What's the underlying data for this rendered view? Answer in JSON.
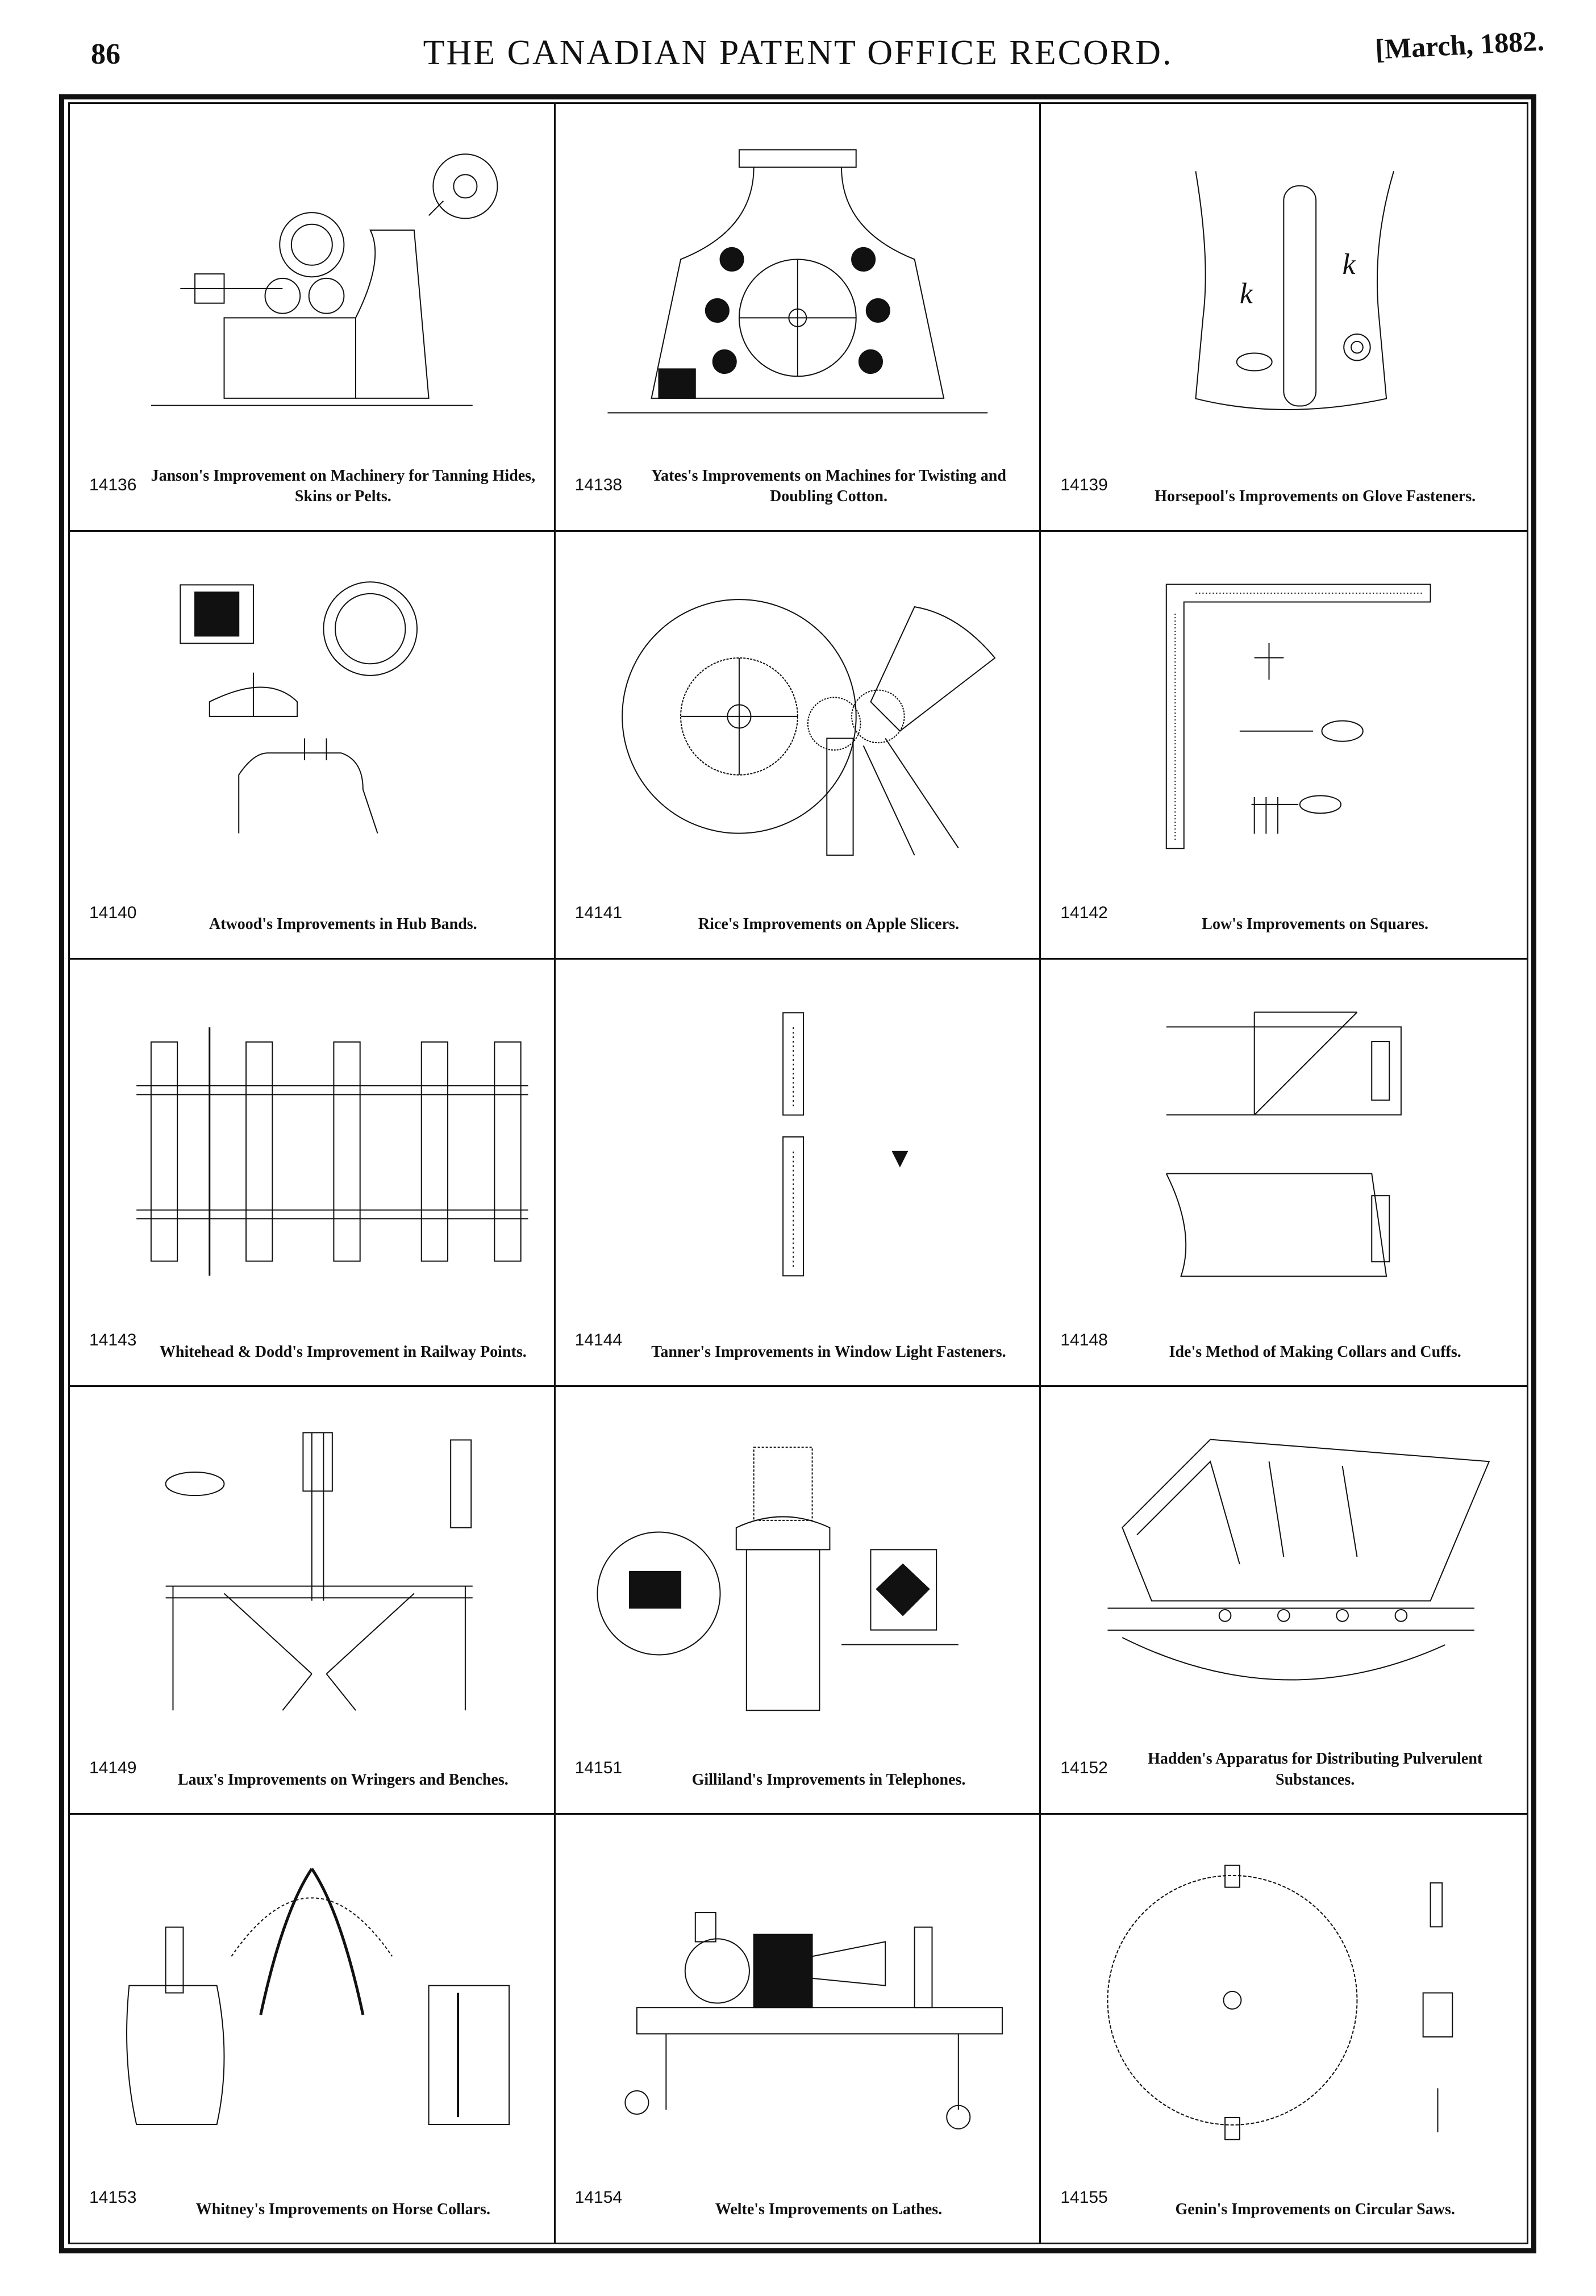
{
  "header": {
    "page_number": "86",
    "journal_title": "THE CANADIAN PATENT OFFICE RECORD.",
    "date": "[March, 1882."
  },
  "patents": [
    {
      "number": "14136",
      "caption": "Janson's Improvement on Machinery for Tanning Hides, Skins or Pelts.",
      "icon": "tanning-machine-icon"
    },
    {
      "number": "14138",
      "caption": "Yates's Improvements on Machines for Twisting and Doubling Cotton.",
      "icon": "twisting-machine-icon"
    },
    {
      "number": "14139",
      "caption": "Horsepool's Improvements on Glove Fasteners.",
      "icon": "glove-fastener-icon"
    },
    {
      "number": "14140",
      "caption": "Atwood's Improvements in Hub Bands.",
      "icon": "hub-band-icon"
    },
    {
      "number": "14141",
      "caption": "Rice's Improvements on Apple Slicers.",
      "icon": "apple-slicer-icon"
    },
    {
      "number": "14142",
      "caption": "Low's Improvements on Squares.",
      "icon": "carpenter-square-icon"
    },
    {
      "number": "14143",
      "caption": "Whitehead & Dodd's Improvement in Railway Points.",
      "icon": "railway-points-icon"
    },
    {
      "number": "14144",
      "caption": "Tanner's Improvements in Window Light Fasteners.",
      "icon": "window-fastener-icon"
    },
    {
      "number": "14148",
      "caption": "Ide's Method of Making Collars and Cuffs.",
      "icon": "collar-cuff-icon"
    },
    {
      "number": "14149",
      "caption": "Laux's Improvements on Wringers and Benches.",
      "icon": "wringer-bench-icon"
    },
    {
      "number": "14151",
      "caption": "Gilliland's Improvements in Telephones.",
      "icon": "telephone-icon"
    },
    {
      "number": "14152",
      "caption": "Hadden's Apparatus for Distributing Pulverulent Substances.",
      "icon": "distributor-hopper-icon"
    },
    {
      "number": "14153",
      "caption": "Whitney's Improvements on Horse Collars.",
      "icon": "horse-collar-icon"
    },
    {
      "number": "14154",
      "caption": "Welte's Improvements on Lathes.",
      "icon": "lathe-icon"
    },
    {
      "number": "14155",
      "caption": "Genin's Improvements on Circular Saws.",
      "icon": "circular-saw-icon"
    }
  ]
}
